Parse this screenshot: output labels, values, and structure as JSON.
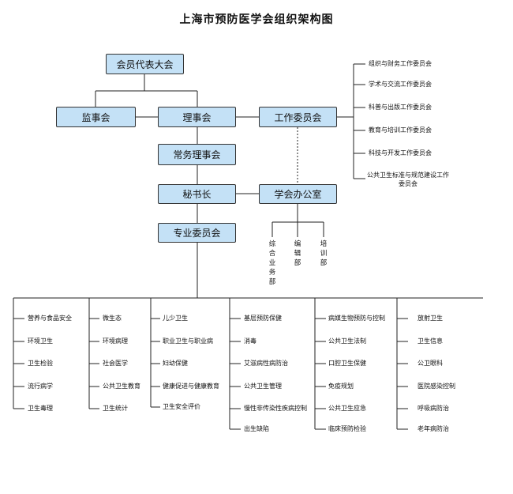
{
  "title": "上海市预防医学会组织架构图",
  "nodes": {
    "congress": "会员代表大会",
    "supervisors": "监事会",
    "council": "理事会",
    "work_committee": "工作委员会",
    "standing_council": "常务理事会",
    "secretary_general": "秘书长",
    "office": "学会办公室",
    "specialty": "专业委员会"
  },
  "work_committees": [
    "组织与财务工作委员会",
    "学术与交流工作委员会",
    "科普与出版工作委员会",
    "教育与培训工作委员会",
    "科技与开发工作委员会",
    "公共卫生标准与规范建设工作委员会"
  ],
  "office_depts": [
    "综合业务部",
    "编辑部",
    "培训部"
  ],
  "specialty_columns": [
    [
      "营养与食品安全",
      "环境卫生",
      "卫生检验",
      "流行病学",
      "卫生毒理"
    ],
    [
      "微生态",
      "环境病理",
      "社会医学",
      "公共卫生教育",
      "卫生统计"
    ],
    [
      "儿少卫生",
      "职业卫生与职业病",
      "妇幼保健",
      "健康促进与健康教育",
      "卫生安全评价"
    ],
    [
      "基层预防保健",
      "消毒",
      "艾滋病性病防治",
      "公共卫生管理",
      "慢性非传染性疾病控制",
      "出生缺陷"
    ],
    [
      "病媒生物预防与控制",
      "公共卫生法制",
      "口腔卫生保健",
      "免疫规划",
      "公共卫生应急",
      "临床预防检验"
    ],
    [
      "放射卫生",
      "卫生信息",
      "公卫眼科",
      "医院感染控制",
      "呼吸病防治",
      "老年病防治"
    ]
  ]
}
